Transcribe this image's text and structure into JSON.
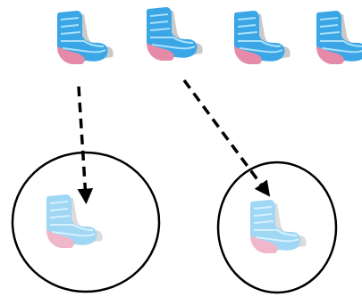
{
  "colors": {
    "background": "#ffffff",
    "stroke": "#000000",
    "sock_blue": "#3aa6e6",
    "sock_blue_light": "#6cc3f2",
    "sock_pale": "#a9dcf6",
    "toe_pink": "#e58aa8",
    "toe_pink_pale": "#f0b6c9",
    "shadow_grey": "#c9c9c9"
  },
  "icons": {
    "top_row": [
      "sock-icon",
      "sock-icon",
      "sock-icon",
      "sock-icon"
    ],
    "circles": [
      "sock-icon-faded",
      "sock-icon-faded"
    ]
  },
  "arrows": {
    "style": "dashed",
    "count": 2
  },
  "circles": {
    "count": 2
  }
}
